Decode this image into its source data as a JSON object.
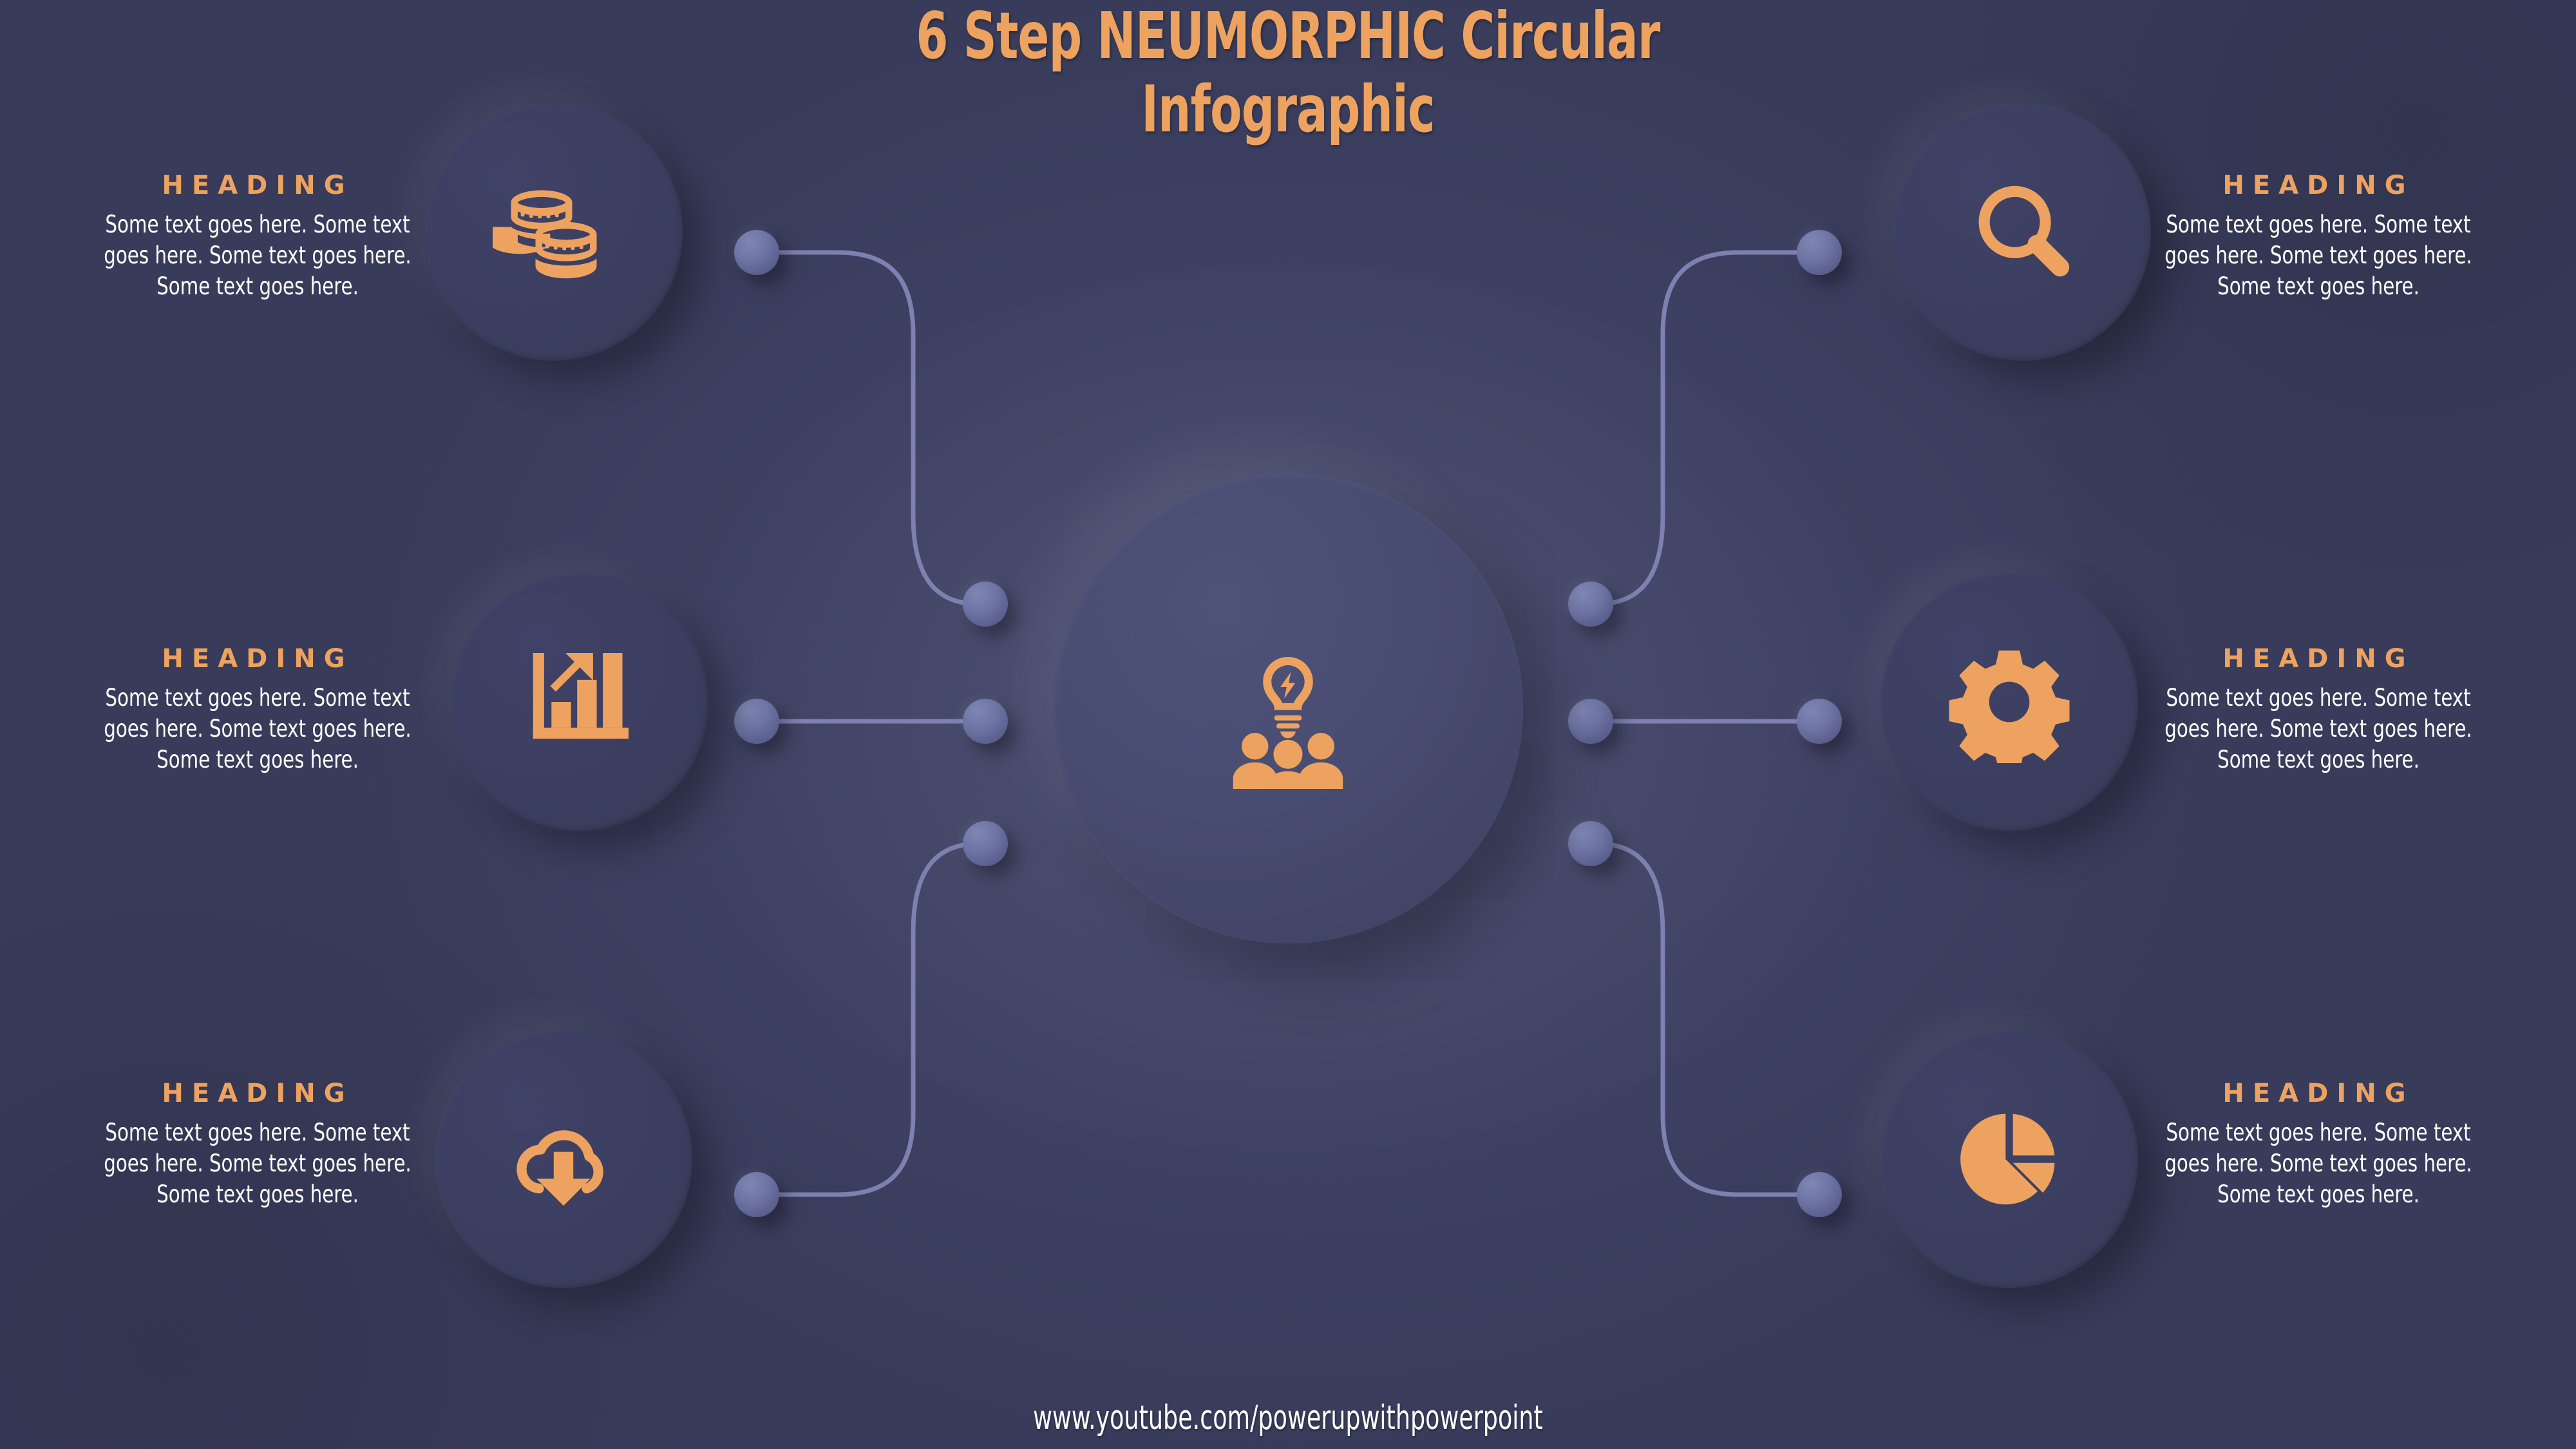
{
  "title": {
    "line1": "6 Step NEUMORPHIC Circular",
    "line2": "Infographic"
  },
  "footer": {
    "url": "www.youtube.com/powerupwithpowerpoint"
  },
  "colors": {
    "background": "#3b3e61",
    "accent_orange": "#eda35f",
    "body_text": "#ffffff",
    "connector_line": "#7c81b0",
    "node_fill": "#6f75a4",
    "center_circle": "#4e5279"
  },
  "center": {
    "icon": "team-idea-icon",
    "icon_label": "group of people with lightbulb"
  },
  "steps": [
    {
      "id": "step-1",
      "side": "left",
      "row": "top",
      "icon": "coins-icon",
      "heading": "HEADING",
      "body": "Some text goes here. Some text goes here. Some text goes here. Some text goes here."
    },
    {
      "id": "step-2",
      "side": "left",
      "row": "middle",
      "icon": "bar-chart-growth-icon",
      "heading": "HEADING",
      "body": "Some text goes here. Some text goes here. Some text goes here. Some text goes here."
    },
    {
      "id": "step-3",
      "side": "left",
      "row": "bottom",
      "icon": "cloud-download-icon",
      "heading": "HEADING",
      "body": "Some text goes here. Some text goes here. Some text goes here. Some text goes here."
    },
    {
      "id": "step-4",
      "side": "right",
      "row": "top",
      "icon": "magnifier-search-icon",
      "heading": "HEADING",
      "body": "Some text goes here. Some text goes here. Some text goes here. Some text goes here."
    },
    {
      "id": "step-5",
      "side": "right",
      "row": "middle",
      "icon": "gear-settings-icon",
      "heading": "HEADING",
      "body": "Some text goes here. Some text goes here. Some text goes here. Some text goes here."
    },
    {
      "id": "step-6",
      "side": "right",
      "row": "bottom",
      "icon": "pie-chart-icon",
      "heading": "HEADING",
      "body": "Some text goes here. Some text goes here. Some text goes here. Some text goes here."
    }
  ]
}
